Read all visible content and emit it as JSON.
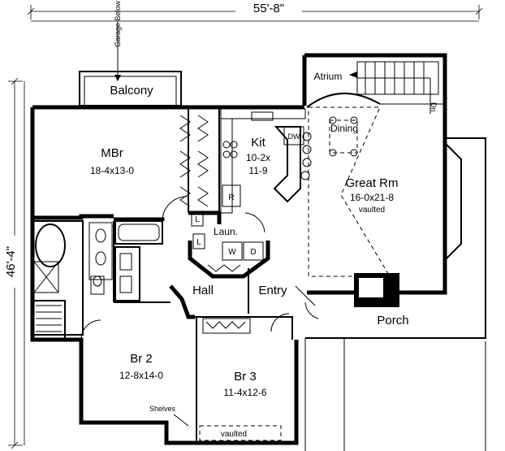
{
  "dimensions": {
    "width": "55'-8\"",
    "depth": "46'-4\""
  },
  "garage_note": "Garage Below",
  "rooms": {
    "balcony": {
      "name": "Balcony"
    },
    "mbr": {
      "name": "MBr",
      "size": "18-4x13-0"
    },
    "kit": {
      "name": "Kit",
      "size_line1": "10-2x",
      "size_line2": "11-9"
    },
    "atrium": {
      "name": "Atrium"
    },
    "dining": {
      "name": "Dining"
    },
    "great_rm": {
      "name": "Great Rm",
      "size": "16-0x21-8",
      "note": "vaulted"
    },
    "laun": {
      "name": "Laun."
    },
    "hall": {
      "name": "Hall"
    },
    "entry": {
      "name": "Entry"
    },
    "porch": {
      "name": "Porch"
    },
    "br2": {
      "name": "Br 2",
      "size": "12-8x14-0"
    },
    "br3": {
      "name": "Br 3",
      "size": "11-4x12-6"
    }
  },
  "fixtures": {
    "dw": "DW",
    "fridge": "R",
    "linen1": "L",
    "linen2": "L",
    "washer": "W",
    "dryer": "D",
    "down": "Dn",
    "shelves": "Shelves",
    "vaulted_bottom": "vaulted"
  }
}
